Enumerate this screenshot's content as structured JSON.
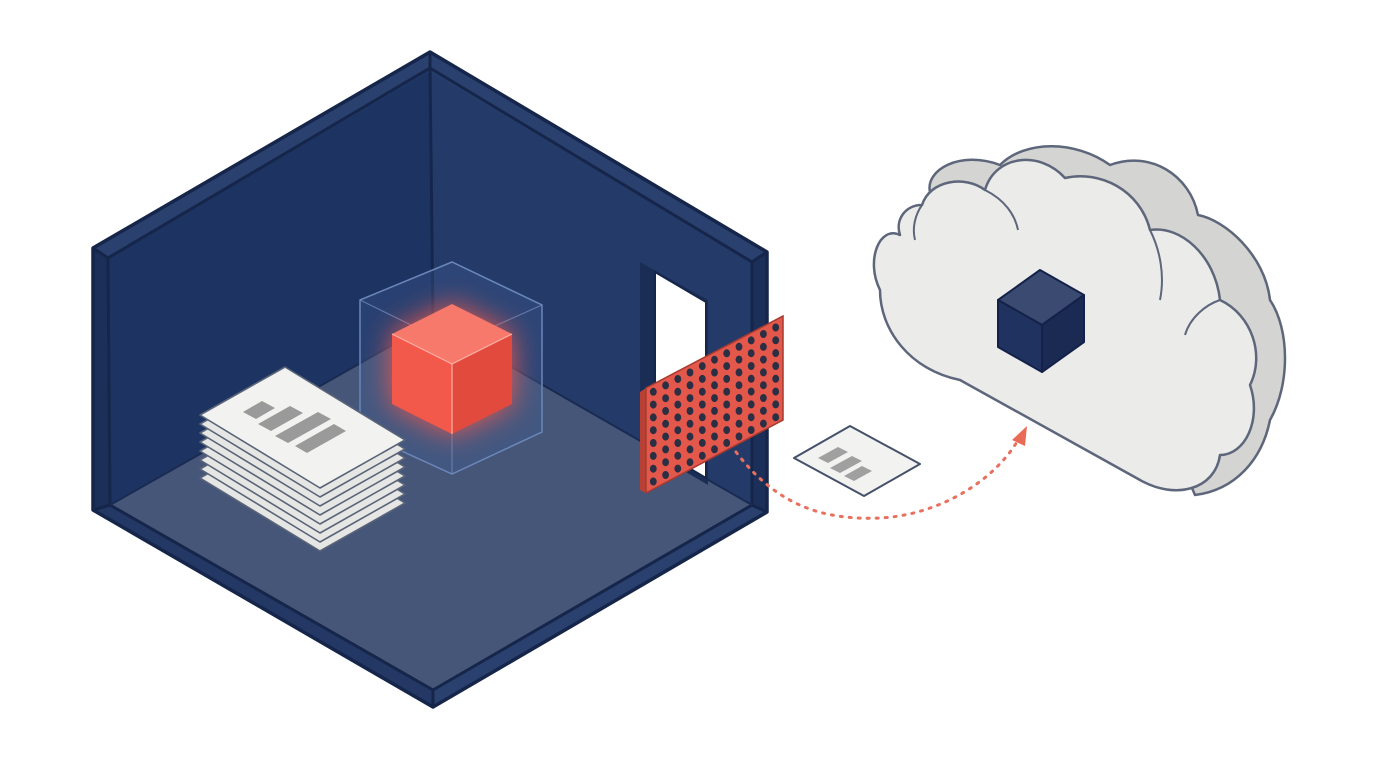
{
  "diagram": {
    "elements": [
      "secure-room",
      "glowing-core-cube",
      "document-stack",
      "perforated-filter-panel",
      "exported-document",
      "dotted-transfer-arrow",
      "cloud",
      "cloud-cube"
    ]
  },
  "colors": {
    "room_dark": "#1d3461",
    "room_wall": "#233a67",
    "room_floor": "#3d4d70",
    "room_outline": "#1a2b52",
    "core_red": "#f1584a",
    "filter_red": "#e4584b",
    "arrow_red": "#e8705e",
    "paper": "#f0f0ee",
    "paper_bar": "#9a9a9a",
    "cloud_light": "#ececea",
    "cloud_shade": "#d3d3d1",
    "cloud_outline": "#5d667a"
  }
}
